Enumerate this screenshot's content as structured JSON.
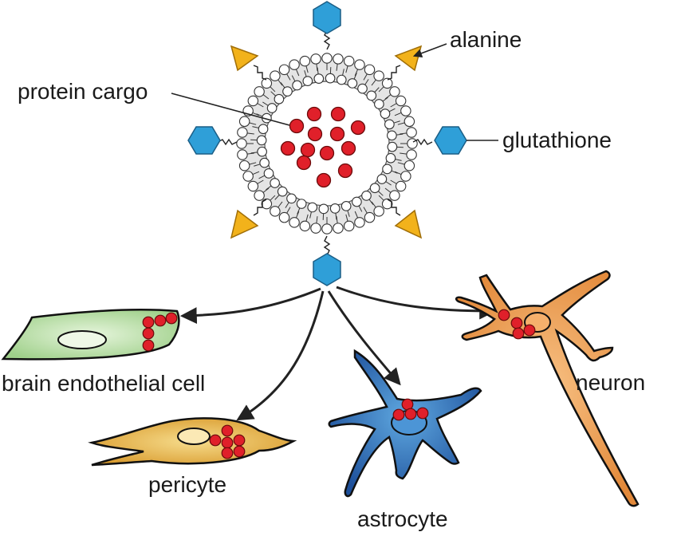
{
  "labels": {
    "protein_cargo": "protein cargo",
    "alanine": "alanine",
    "glutathione": "glutathione",
    "brain_endothelial_cell": "brain endothelial cell",
    "pericyte": "pericyte",
    "astrocyte": "astrocyte",
    "neuron": "neuron"
  },
  "colors": {
    "cargo_red": "#e0202a",
    "glutathione_blue": "#2f9fd8",
    "alanine_yellow": "#f2b21b",
    "endothelial_green": "#bfe2a8",
    "pericyte_orange": "#e9b34a",
    "astrocyte_blue": "#2f6fc0",
    "neuron_orange": "#f0a35c"
  },
  "icons": {
    "glutathione_ligand": "hexagon-icon",
    "alanine_ligand": "triangle-icon"
  }
}
